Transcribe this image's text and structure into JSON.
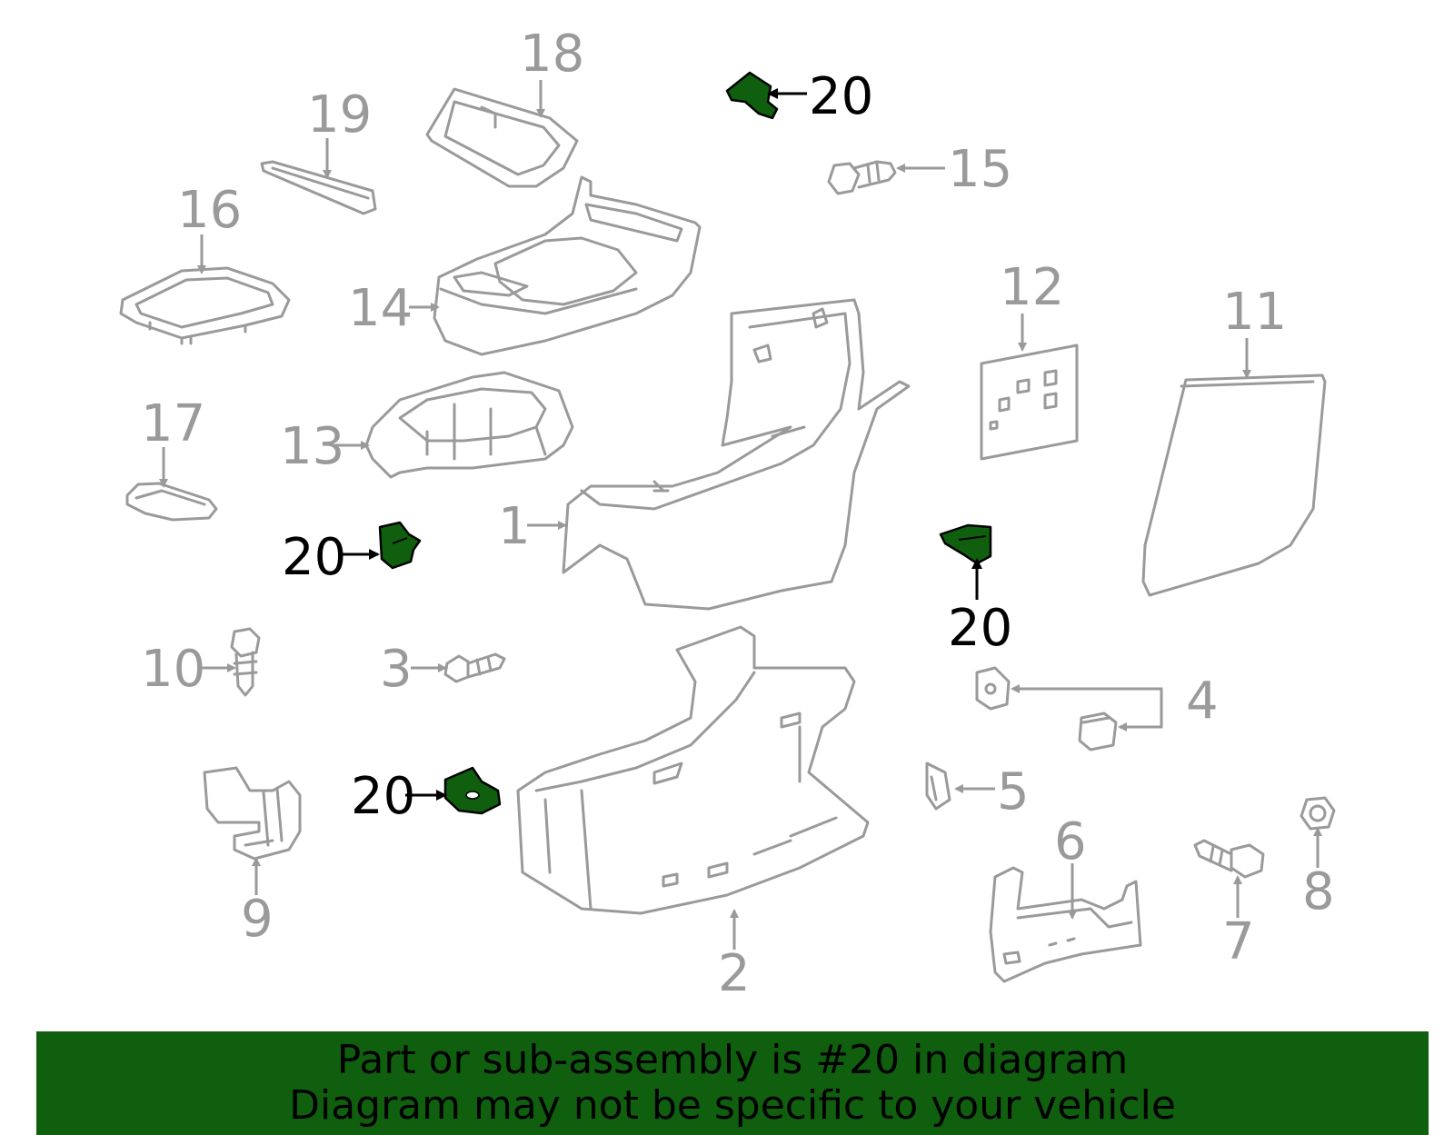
{
  "colors": {
    "part_line": "#9a9a9a",
    "highlight": "#0f5f0f",
    "banner_bg": "#0f5f0f",
    "text_highlight": "#000000"
  },
  "callouts": {
    "c1": "1",
    "c2": "2",
    "c3": "3",
    "c4": "4",
    "c5": "5",
    "c6": "6",
    "c7": "7",
    "c8": "8",
    "c9": "9",
    "c10": "10",
    "c11": "11",
    "c12": "12",
    "c13": "13",
    "c14": "14",
    "c15": "15",
    "c16": "16",
    "c17": "17",
    "c18": "18",
    "c19": "19",
    "c20": "20"
  },
  "banner": {
    "line1": "Part or sub-assembly is #20 in diagram",
    "line2": "Diagram may not be specific to your vehicle"
  }
}
